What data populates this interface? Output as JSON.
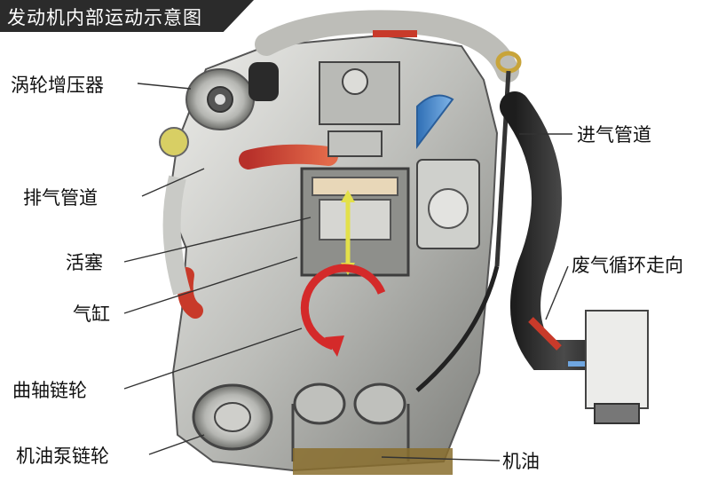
{
  "title": "发动机内部运动示意图",
  "labels": {
    "turbo": "涡轮增压器",
    "exhaust": "排气管道",
    "piston": "活塞",
    "cylinder": "气缸",
    "crank_sprocket": "曲轴链轮",
    "oil_pump_sprocket": "机油泵链轮",
    "intake": "进气管道",
    "egr": "废气循环走向",
    "oil": "机油"
  },
  "colors": {
    "title_bg": "#2b2b2b",
    "exhaust_red": "#c83a2a",
    "intake_blue": "#3a7fc8",
    "piston_arrow": "#e3e04a",
    "rotation_arrow": "#d42a2a",
    "metal_light": "#d9d9d6",
    "metal_mid": "#a9aaa6",
    "metal_dark": "#5b5c59",
    "hose_black": "#2a2a2a",
    "oil": "#8a6f2e"
  }
}
